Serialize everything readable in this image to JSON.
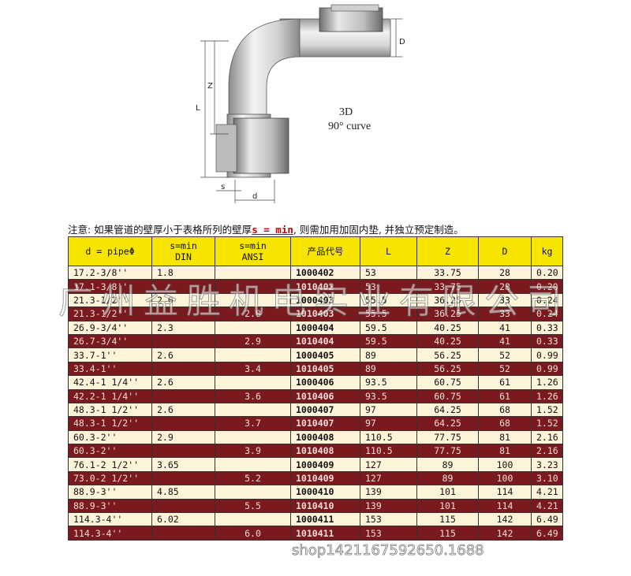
{
  "figure": {
    "dim_labels": {
      "D": "D",
      "Z": "Z",
      "L": "L",
      "s": "s",
      "d": "d"
    },
    "caption_line1": "3D",
    "caption_line2": "90° curve"
  },
  "note": {
    "prefix": "注意: 如果管道的壁厚小于表格所列的壁厚",
    "highlight": "s = min",
    "suffix": ", 则需加用加固内垫, 并独立预定制造。"
  },
  "table": {
    "headers": {
      "pipe": "d = pipeΦ",
      "din_l1": "s=min",
      "din_l2": "DIN",
      "ansi_l1": "s=min",
      "ansi_l2": "ANSI",
      "code": "产品代号",
      "L": "L",
      "Z": "Z",
      "D": "D",
      "kg": "kg"
    },
    "rows": [
      {
        "pipe": "17.2-3/8''",
        "din": "1.8",
        "ansi": "",
        "code": "1000402",
        "L": "53",
        "Z": "33.75",
        "D": "28",
        "kg": "0.20"
      },
      {
        "pipe": "17.1-3/8''",
        "din": "",
        "ansi": "",
        "code": "1010402",
        "L": "53",
        "Z": "33.75",
        "D": "28",
        "kg": "0.20"
      },
      {
        "pipe": "21.3-1/2''",
        "din": "2.0",
        "ansi": "",
        "code": "1000403",
        "L": "55.5",
        "Z": "36.25",
        "D": "33",
        "kg": "0.24"
      },
      {
        "pipe": "21.3-1/2''",
        "din": "",
        "ansi": "2.8",
        "code": "1010403",
        "L": "55.5",
        "Z": "36.25",
        "D": "33",
        "kg": "0.24"
      },
      {
        "pipe": "26.9-3/4''",
        "din": "2.3",
        "ansi": "",
        "code": "1000404",
        "L": "59.5",
        "Z": "40.25",
        "D": "41",
        "kg": "0.33"
      },
      {
        "pipe": "26.7-3/4''",
        "din": "",
        "ansi": "2.9",
        "code": "1010404",
        "L": "59.5",
        "Z": "40.25",
        "D": "41",
        "kg": "0.33"
      },
      {
        "pipe": "33.7-1''",
        "din": "2.6",
        "ansi": "",
        "code": "1000405",
        "L": "89",
        "Z": "56.25",
        "D": "52",
        "kg": "0.99"
      },
      {
        "pipe": "33.4-1''",
        "din": "",
        "ansi": "3.4",
        "code": "1010405",
        "L": "89",
        "Z": "56.25",
        "D": "52",
        "kg": "0.99"
      },
      {
        "pipe": "42.4-1 1/4''",
        "din": "2.6",
        "ansi": "",
        "code": "1000406",
        "L": "93.5",
        "Z": "60.75",
        "D": "61",
        "kg": "1.26"
      },
      {
        "pipe": "42.2-1 1/4''",
        "din": "",
        "ansi": "3.6",
        "code": "1010406",
        "L": "93.5",
        "Z": "60.75",
        "D": "61",
        "kg": "1.26"
      },
      {
        "pipe": "48.3-1 1/2''",
        "din": "2.6",
        "ansi": "",
        "code": "1000407",
        "L": "97",
        "Z": "64.25",
        "D": "68",
        "kg": "1.52"
      },
      {
        "pipe": "48.3-1 1/2''",
        "din": "",
        "ansi": "3.7",
        "code": "1010407",
        "L": "97",
        "Z": "64.25",
        "D": "68",
        "kg": "1.52"
      },
      {
        "pipe": "60.3-2''",
        "din": "2.9",
        "ansi": "",
        "code": "1000408",
        "L": "110.5",
        "Z": "77.75",
        "D": "81",
        "kg": "2.16"
      },
      {
        "pipe": "60.3-2''",
        "din": "",
        "ansi": "3.9",
        "code": "1010408",
        "L": "110.5",
        "Z": "77.75",
        "D": "81",
        "kg": "2.16"
      },
      {
        "pipe": "76.1-2 1/2''",
        "din": "3.65",
        "ansi": "",
        "code": "1000409",
        "L": "127",
        "Z": "89",
        "D": "100",
        "kg": "3.23"
      },
      {
        "pipe": "73.0-2 1/2''",
        "din": "",
        "ansi": "5.2",
        "code": "1010409",
        "L": "127",
        "Z": "89",
        "D": "100",
        "kg": "3.10"
      },
      {
        "pipe": "88.9-3''",
        "din": "4.85",
        "ansi": "",
        "code": "1000410",
        "L": "139",
        "Z": "101",
        "D": "114",
        "kg": "4.21"
      },
      {
        "pipe": "88.9-3''",
        "din": "",
        "ansi": "5.5",
        "code": "1010410",
        "L": "139",
        "Z": "101",
        "D": "114",
        "kg": "4.21"
      },
      {
        "pipe": "114.3-4''",
        "din": "6.02",
        "ansi": "",
        "code": "1000411",
        "L": "153",
        "Z": "115",
        "D": "142",
        "kg": "6.49"
      },
      {
        "pipe": "114.3-4''",
        "din": "",
        "ansi": "6.0",
        "code": "1010411",
        "L": "153",
        "Z": "115",
        "D": "142",
        "kg": "6.49"
      }
    ]
  },
  "watermark": "广州益胜机电实业有限公司",
  "shop_mark": "shop1421167592650.1688",
  "colors": {
    "header_bg": "#f7e400",
    "light_row": "#fcf3d9",
    "dark_row": "#7a1a1e",
    "note_highlight": "#cc0000"
  }
}
